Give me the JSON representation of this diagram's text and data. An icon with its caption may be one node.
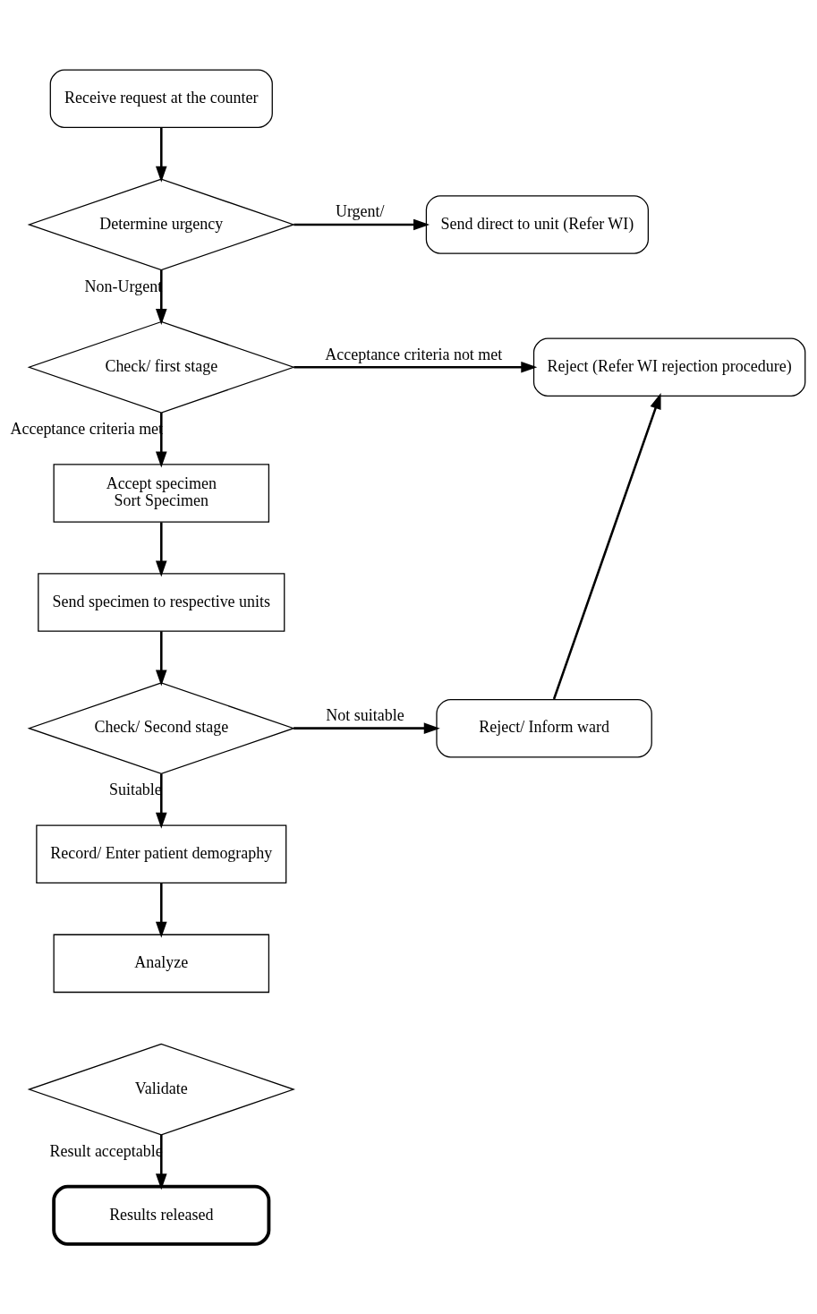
{
  "diagram": {
    "nodes": [
      {
        "text": [
          "Receive request at the counter"
        ]
      },
      {
        "text": [
          "Determine urgency"
        ]
      },
      {
        "text": [
          "Send direct to unit (Refer WI)"
        ]
      },
      {
        "text": [
          "Check/ first stage"
        ]
      },
      {
        "text": [
          "Reject (Refer WI rejection procedure)"
        ]
      },
      {
        "text": [
          "Accept specimen",
          "Sort Specimen"
        ]
      },
      {
        "text": [
          "Send specimen to respective units"
        ]
      },
      {
        "text": [
          "Check/ Second stage"
        ]
      },
      {
        "text": [
          "Reject/ Inform ward"
        ]
      },
      {
        "text": [
          "Record/ Enter patient demography"
        ]
      },
      {
        "text": [
          "Analyze"
        ]
      },
      {
        "text": [
          "Validate"
        ]
      },
      {
        "text": [
          "Results released"
        ]
      }
    ],
    "edges": [
      {
        "from": 0,
        "to": 1,
        "arrow": "to"
      },
      {
        "from": 1,
        "to": 2,
        "arrow": "to",
        "label": "Urgent/"
      },
      {
        "from": 1,
        "to": 3,
        "arrow": "to",
        "label": "Non-Urgent"
      },
      {
        "from": 3,
        "to": 4,
        "arrow": "to",
        "label": "Acceptance criteria not met"
      },
      {
        "from": 3,
        "to": 5,
        "arrow": "to",
        "label": "Acceptance criteria met"
      },
      {
        "from": 5,
        "to": 6,
        "arrow": "to"
      },
      {
        "from": 6,
        "to": 7,
        "arrow": "to"
      },
      {
        "from": 7,
        "to": 8,
        "arrow": "to",
        "label": "Not suitable"
      },
      {
        "from": 7,
        "to": 9,
        "arrow": "to",
        "label": "Suitable"
      },
      {
        "from": 9,
        "to": 10,
        "arrow": "to"
      },
      {
        "from": 11,
        "to": 12,
        "arrow": "to",
        "label": "Result acceptable"
      },
      {
        "from": 8,
        "to": 4,
        "arrow": "to"
      }
    ]
  }
}
